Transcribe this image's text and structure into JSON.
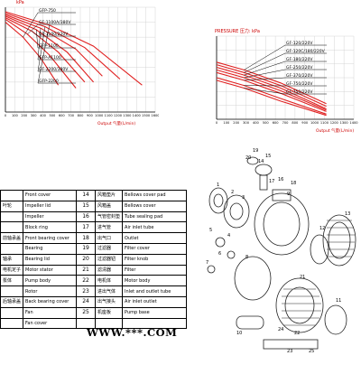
{
  "chart_data": [
    {
      "type": "line",
      "ylabel": "kPa",
      "xlabel": "Output 气量(L/min)",
      "xlim": [
        0,
        1700
      ],
      "ylim": [
        0,
        70
      ],
      "x_ticks": [
        "0",
        "100",
        "200",
        "300",
        "400",
        "500",
        "600",
        "700",
        "800",
        "900",
        "1000",
        "1100",
        "1200",
        "1300",
        "1400",
        "1500",
        "1600"
      ],
      "series": [
        {
          "name": "GFP-750",
          "x": [
            0,
            200,
            400,
            600
          ],
          "y": [
            60,
            50,
            36,
            18
          ]
        },
        {
          "name": "GF-1100A/380V",
          "x": [
            0,
            250,
            500,
            800
          ],
          "y": [
            62,
            52,
            38,
            16
          ]
        },
        {
          "name": "GF-1100/220V",
          "x": [
            0,
            300,
            600,
            900
          ],
          "y": [
            63,
            54,
            40,
            20
          ]
        },
        {
          "name": "GFP-1100",
          "x": [
            0,
            350,
            700,
            1000
          ],
          "y": [
            64,
            55,
            40,
            20
          ]
        },
        {
          "name": "GFP-A1100",
          "x": [
            0,
            400,
            800,
            1100
          ],
          "y": [
            65,
            56,
            42,
            24
          ]
        },
        {
          "name": "GF-2200/380V",
          "x": [
            0,
            450,
            900,
            1300
          ],
          "y": [
            66,
            57,
            43,
            22
          ]
        },
        {
          "name": "GFP-2200",
          "x": [
            0,
            500,
            1000,
            1550
          ],
          "y": [
            67,
            58,
            44,
            18
          ]
        }
      ]
    },
    {
      "type": "line",
      "title": "PRESSURE 压力: kPa",
      "xlabel": "Output 气量(L/min)",
      "xlim": [
        0,
        1500
      ],
      "ylim": [
        0,
        32
      ],
      "x_ticks": [
        "0",
        "100",
        "200",
        "300",
        "400",
        "500",
        "600",
        "700",
        "800",
        "900",
        "1000",
        "1100",
        "1200",
        "1300",
        "1400"
      ],
      "series": [
        {
          "name": "GF-120/220V",
          "x": [
            0,
            300,
            700,
            1200
          ],
          "y": [
            22,
            19,
            14,
            6
          ]
        },
        {
          "name": "GF-120C/180/220V",
          "x": [
            0,
            300,
            700,
            1200
          ],
          "y": [
            21,
            18,
            13,
            5
          ]
        },
        {
          "name": "GF-180/220V",
          "x": [
            0,
            300,
            700,
            1200
          ],
          "y": [
            20,
            17,
            12,
            4
          ]
        },
        {
          "name": "GF-250/220V",
          "x": [
            0,
            300,
            700,
            1200
          ],
          "y": [
            19,
            16,
            11,
            3.5
          ]
        },
        {
          "name": "GF-370/220V",
          "x": [
            0,
            300,
            700,
            1200
          ],
          "y": [
            18,
            15,
            10,
            3
          ]
        },
        {
          "name": "GF-750/220V",
          "x": [
            0,
            300,
            700,
            1200
          ],
          "y": [
            16,
            13,
            8,
            2
          ]
        },
        {
          "name": "GF-750/220V",
          "x": [
            0,
            300,
            700,
            1200
          ],
          "y": [
            15,
            12,
            7,
            1.5
          ]
        }
      ]
    }
  ],
  "colors": {
    "curve": "#e02020",
    "label_bar": "#333333",
    "title_red": "#cc0000"
  },
  "parts": {
    "left": [
      {
        "zh": "",
        "en": "Front cover"
      },
      {
        "zh": "叶轮",
        "en": "Impeller lid"
      },
      {
        "zh": "",
        "en": "Impeller"
      },
      {
        "zh": "",
        "en": "Block ring"
      },
      {
        "zh": "前轴承盖",
        "en": "Front bearing cover"
      },
      {
        "zh": "",
        "en": "Bearing"
      },
      {
        "zh": "轴承",
        "en": "Bearing lid"
      },
      {
        "zh": "电机定子",
        "en": "Motor stator"
      },
      {
        "zh": "泵体",
        "en": "Pump body"
      },
      {
        "zh": "",
        "en": "Rotor"
      },
      {
        "zh": "后轴承盖",
        "en": "Back bearing cover"
      },
      {
        "zh": "",
        "en": "Fan"
      },
      {
        "zh": "",
        "en": "Fan cover"
      }
    ],
    "right": [
      {
        "num": "14",
        "zh": "风箱垫片",
        "en": "Bellows cover pad"
      },
      {
        "num": "15",
        "zh": "风箱盖",
        "en": "Bellows cover"
      },
      {
        "num": "16",
        "zh": "气管密封垫",
        "en": "Tube sealing pad"
      },
      {
        "num": "17",
        "zh": "进气管",
        "en": "Air inlet tube"
      },
      {
        "num": "18",
        "zh": "出气口",
        "en": "Outlet"
      },
      {
        "num": "19",
        "zh": "过滤器",
        "en": "Filter cover"
      },
      {
        "num": "20",
        "zh": "过滤器钮",
        "en": "Filter knob"
      },
      {
        "num": "21",
        "zh": "滤清器",
        "en": "Filter"
      },
      {
        "num": "22",
        "zh": "电机体",
        "en": "Motor body"
      },
      {
        "num": "23",
        "zh": "进出气体",
        "en": "Inlet and outlet tube"
      },
      {
        "num": "24",
        "zh": "出气接头",
        "en": "Air inlet outlet"
      },
      {
        "num": "25",
        "zh": "机座板",
        "en": "Pump base"
      }
    ]
  },
  "callouts": [
    "1",
    "2",
    "3",
    "4",
    "5",
    "6",
    "7",
    "8",
    "9",
    "10",
    "11",
    "12",
    "13",
    "14",
    "15",
    "16",
    "17",
    "18",
    "19",
    "20",
    "21",
    "22",
    "23",
    "24",
    "25"
  ],
  "watermark": "WWW.***.COM"
}
